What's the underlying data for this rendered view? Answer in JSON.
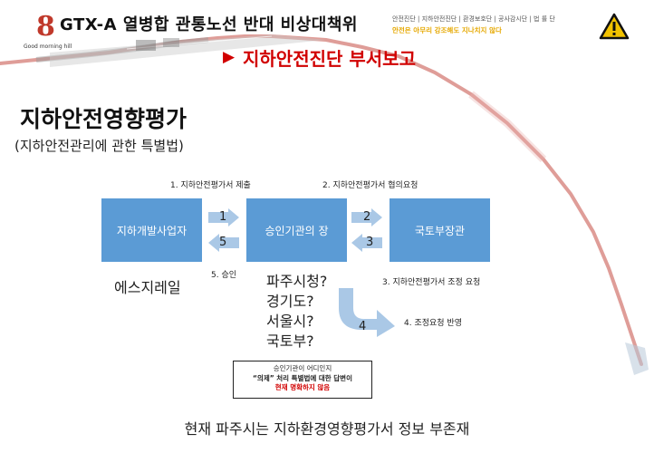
{
  "header": {
    "title": "GTX-A 열병합 관통노선 반대 비상대책위",
    "tags": "안전진단 | 지하안전진단 | 환경보호단 | 공사감시단 | 법 률 단",
    "slogan": "안전은 아무리 강조해도 지나치지 않다",
    "logo_text": "Good morning hill",
    "logo_number": "8"
  },
  "section": {
    "subtitle_arrow": "▶",
    "subtitle": "지하안전진단 부서보고",
    "title": "지하안전영향평가",
    "subtitle2": "(지하안전관리에 관한 특별법)"
  },
  "diagram": {
    "boxes": [
      "지하개발사업자",
      "승인기관의 장",
      "국토부장관"
    ],
    "steps": {
      "s1": "1. 지하안전평가서 제출",
      "s2": "2. 지하안전평가서 협의요청",
      "s3": "3. 지하안전평가서 조정 요청",
      "s4": "4. 조정요청 반영",
      "s5": "5. 승인"
    },
    "numbers": {
      "n1": "1",
      "n2": "2",
      "n3": "3",
      "n4": "4",
      "n5": "5"
    },
    "developer_name": "에스지레일",
    "questions": [
      "파주시청?",
      "경기도?",
      "서울시?",
      "국토부?"
    ]
  },
  "note": {
    "line1": "승인기관이 어디인지",
    "line2": "“의제” 처리 특별법에 대한 답변이",
    "line3": "현재 명확하지 않음"
  },
  "footer": "현재 파주시는 지하환경영향평가서 정보 부존재",
  "colors": {
    "accent_red": "#d10000",
    "box_blue": "#5b9bd5",
    "arrow_blue": "#aac8e6",
    "slogan_yellow": "#e6a800"
  }
}
